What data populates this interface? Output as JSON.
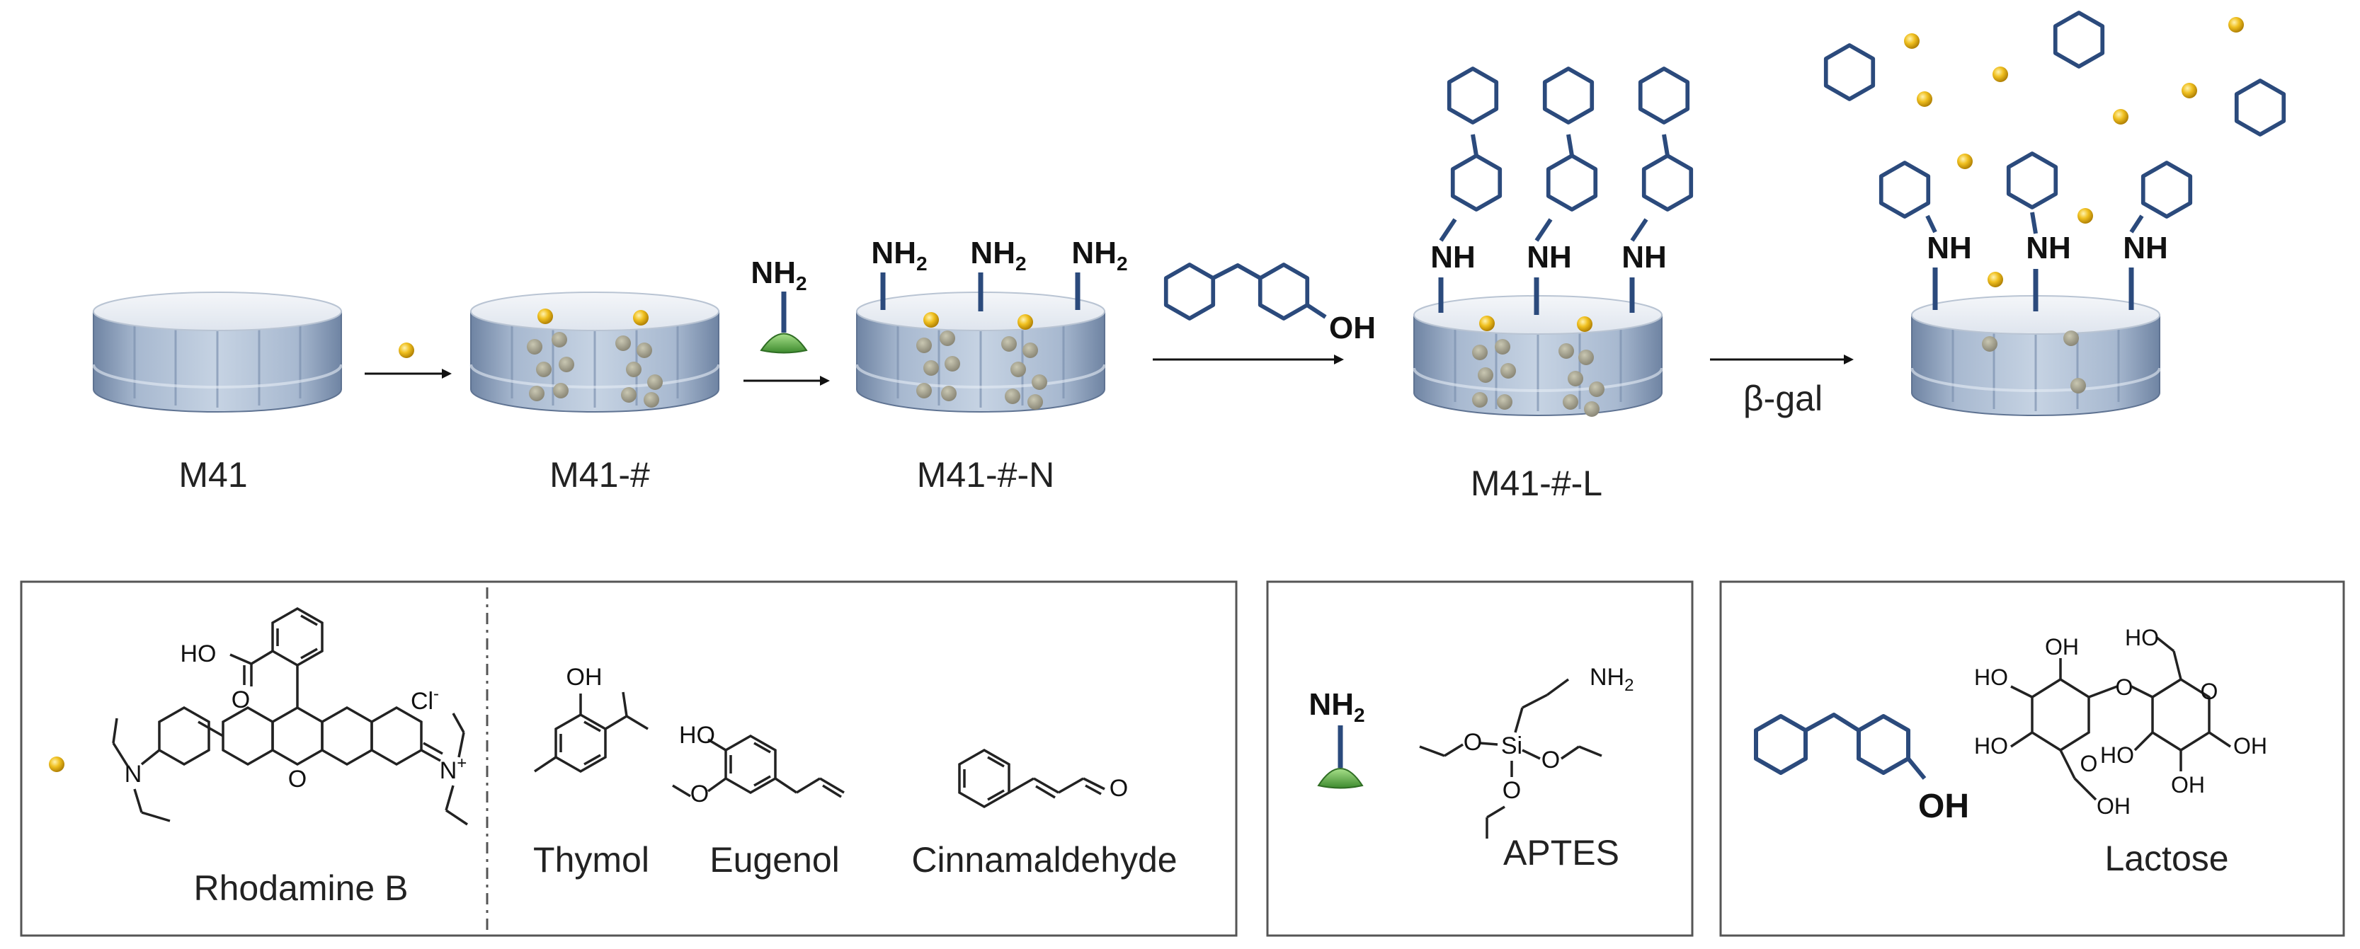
{
  "steps": {
    "m41": "M41",
    "m41_cargo": "M41-#",
    "m41_cargo_n": "M41-#-N",
    "m41_cargo_l": "M41-#-L",
    "enzyme": "β-gal"
  },
  "groups": {
    "nh2_main": "NH",
    "nh2_sub": "2",
    "nh": "NH",
    "oh": "OH"
  },
  "legend": {
    "cargo": {
      "rhodamine_b": "Rhodamine B",
      "thymol": "Thymol",
      "eugenol": "Eugenol",
      "cinnamaldehyde": "Cinnamaldehyde"
    },
    "aptes_name": "APTES",
    "lactose_name": "Lactose"
  },
  "atoms": {
    "ho": "HO",
    "oh": "OH",
    "o": "O",
    "n": "N",
    "nplus": "N",
    "plus": "+",
    "cl": "Cl",
    "minus": "-",
    "si": "Si",
    "nh2": "NH",
    "sub2": "2"
  },
  "colors": {
    "cargo_dot": "#e8b21a",
    "linker_blue": "#2b4a7c",
    "cone_green": "#5aa84a",
    "disk_blue": "#8ea3c0"
  }
}
